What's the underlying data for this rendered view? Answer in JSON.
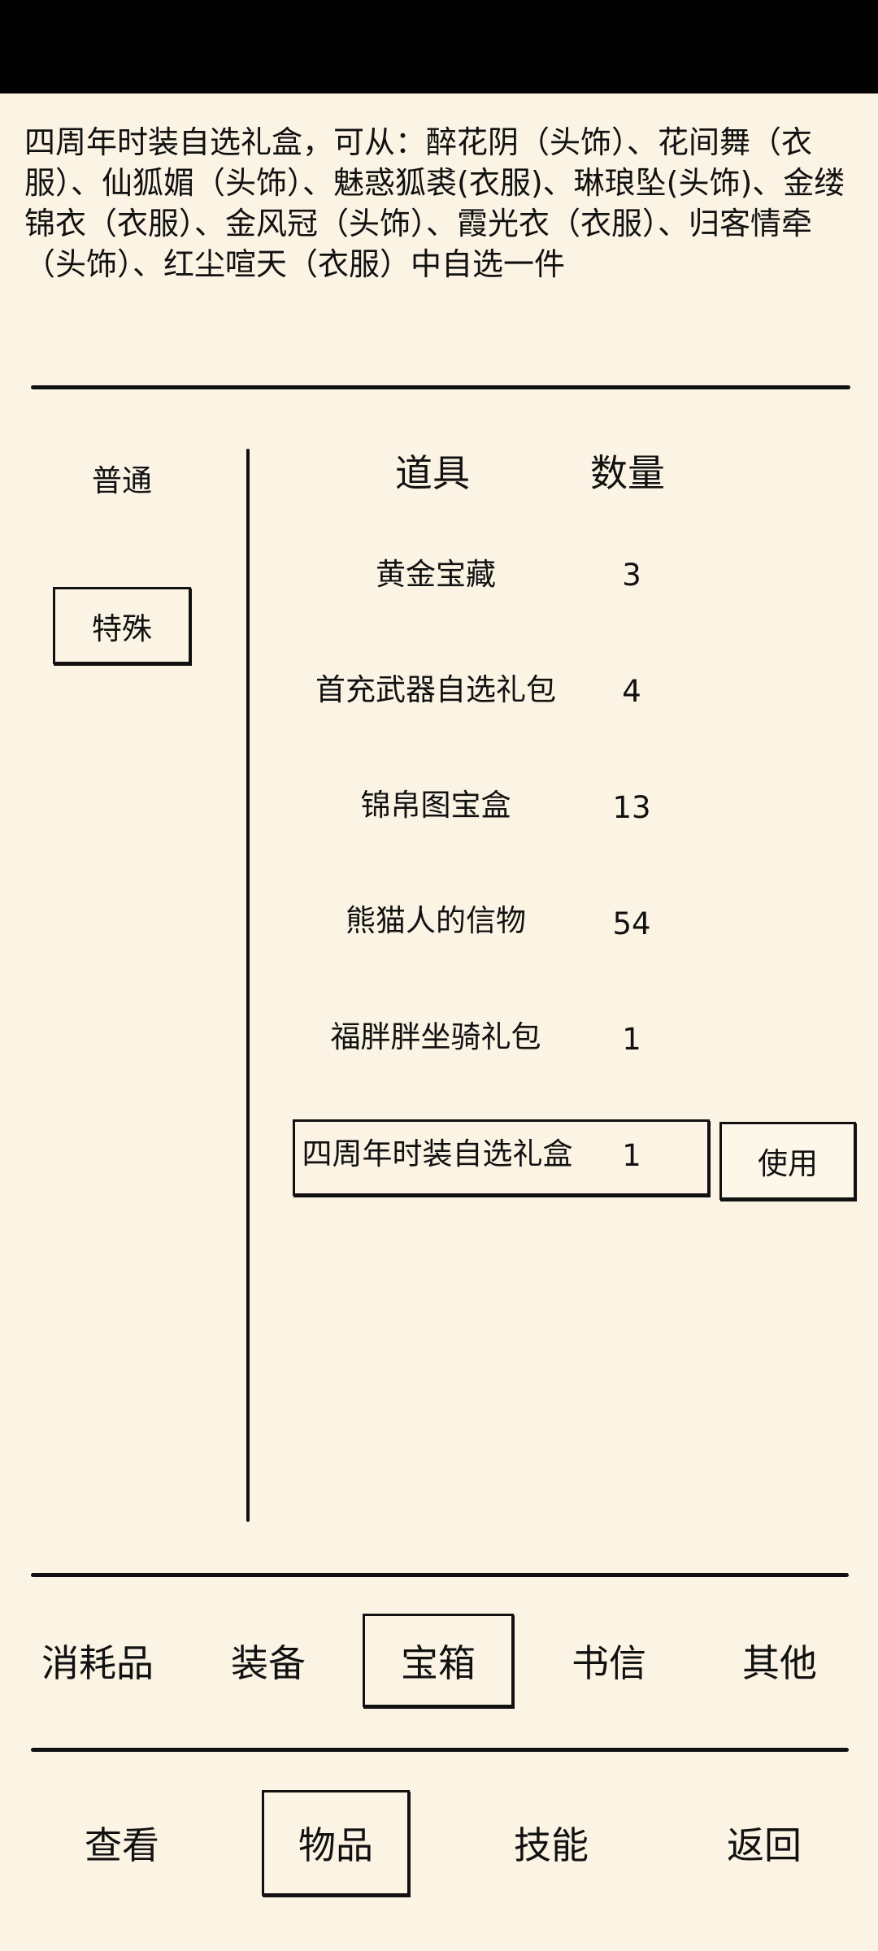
{
  "item_description": "四周年时装自选礼盒，可从：醉花阴（头饰）、花间舞（衣服）、仙狐媚（头饰）、魅惑狐裘(衣服)、琳琅坠(头饰)、金缕锦衣（衣服）、金风冠（头饰）、霞光衣（衣服）、归客情牵（头饰）、红尘喧天（衣服）中自选一件",
  "subtabs": {
    "normal": "普通",
    "special": "特殊"
  },
  "table": {
    "header_item": "道具",
    "header_qty": "数量",
    "rows": [
      {
        "name": "黄金宝藏",
        "qty": "3"
      },
      {
        "name": "首充武器自选礼包",
        "qty": "4"
      },
      {
        "name": "锦帛图宝盒",
        "qty": "13"
      },
      {
        "name": "熊猫人的信物",
        "qty": "54"
      },
      {
        "name": "福胖胖坐骑礼包",
        "qty": "1"
      },
      {
        "name": "四周年时装自选礼盒",
        "qty": "1"
      }
    ],
    "use_label": "使用"
  },
  "categories": {
    "consumables": "消耗品",
    "equipment": "装备",
    "chests": "宝箱",
    "letters": "书信",
    "others": "其他"
  },
  "nav": {
    "view": "查看",
    "items": "物品",
    "skills": "技能",
    "back": "返回"
  },
  "colors": {
    "background": "#fbf4e5",
    "ink": "#111111",
    "status_bar": "#000000"
  }
}
